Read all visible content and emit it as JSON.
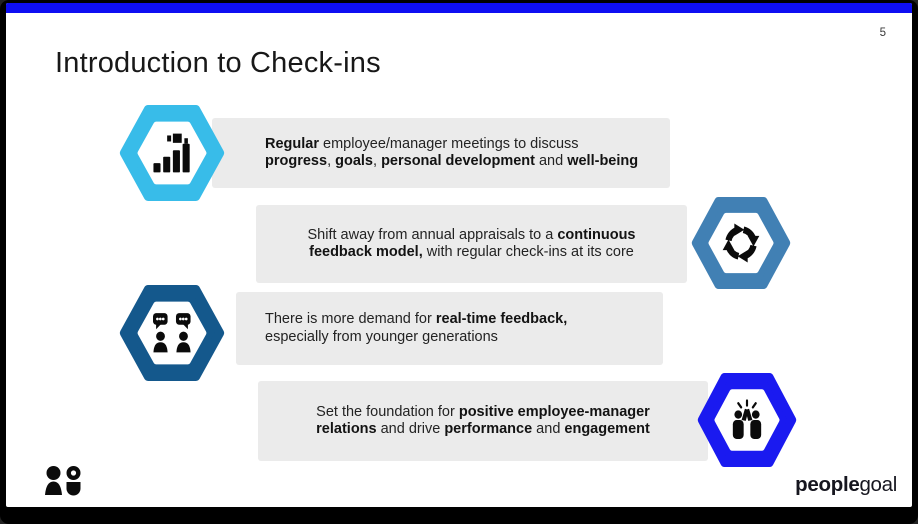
{
  "slide_number": "5",
  "title": "Introduction to Check-ins",
  "colors": {
    "top_bar": "#0E0EF2",
    "box_bg": "#EBEBEB",
    "frame": "#000000"
  },
  "items": [
    {
      "icon": "growth-bars-icon",
      "hex_color": "#38BCE9",
      "align": "left",
      "lines": [
        [
          {
            "t": "Regular",
            "b": 1
          },
          {
            "t": " employee/manager meetings to discuss"
          }
        ],
        [
          {
            "t": "progress",
            "b": 1
          },
          {
            "t": ", "
          },
          {
            "t": "goals",
            "b": 1
          },
          {
            "t": ", "
          },
          {
            "t": "personal development",
            "b": 1
          },
          {
            "t": " and "
          },
          {
            "t": "well-being",
            "b": 1
          }
        ]
      ]
    },
    {
      "icon": "cycle-arrows-icon",
      "hex_color": "#4180B4",
      "align": "center",
      "lines": [
        [
          {
            "t": "Shift away from annual appraisals to a "
          },
          {
            "t": "continuous",
            "b": 1
          }
        ],
        [
          {
            "t": "feedback model,",
            "b": 1
          },
          {
            "t": " with regular check-ins at its core"
          }
        ]
      ]
    },
    {
      "icon": "chat-people-icon",
      "hex_color": "#14588C",
      "align": "left",
      "lines": [
        [
          {
            "t": "There is more demand for "
          },
          {
            "t": "real-time feedback,",
            "b": 1
          }
        ],
        [
          {
            "t": "especially from younger generations"
          }
        ]
      ]
    },
    {
      "icon": "high-five-icon",
      "hex_color": "#1A1AF0",
      "align": "center",
      "lines": [
        [
          {
            "t": "Set the foundation for "
          },
          {
            "t": "positive employee-manager",
            "b": 1
          }
        ],
        [
          {
            "t": "relations",
            "b": 1
          },
          {
            "t": " and drive "
          },
          {
            "t": "performance",
            "b": 1
          },
          {
            "t": " and "
          },
          {
            "t": "engagement",
            "b": 1
          }
        ]
      ]
    }
  ],
  "footer": {
    "brand_bold": "people",
    "brand_regular": "goal"
  }
}
